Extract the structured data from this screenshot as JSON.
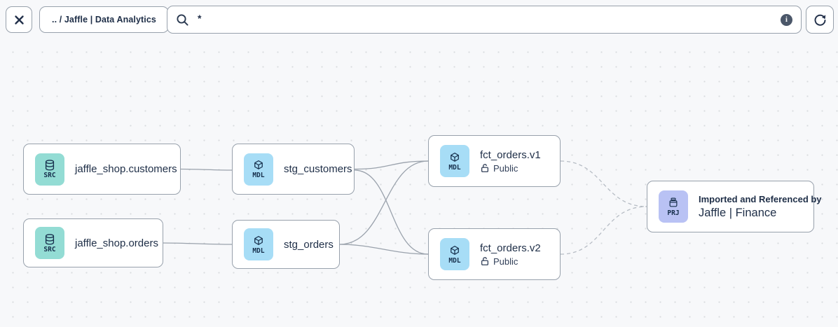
{
  "toolbar": {
    "breadcrumb": ".. / Jaffle | Data Analytics",
    "search_value": "*",
    "info_glyph": "i",
    "icons": [
      "close-icon",
      "search-icon",
      "info-icon",
      "refresh-icon"
    ]
  },
  "colors": {
    "source_icon_bg": "#93dcd4",
    "model_icon_bg": "#a7ddf6",
    "project_icon_bg": "#b9c2f4",
    "node_border": "#98a1ac",
    "edge_solid": "#9aa2ac",
    "edge_dashed": "#b7bdc5",
    "canvas_bg": "#f7f8fa",
    "text_dark": "#1e2e47"
  },
  "nodes": [
    {
      "tag": "SRC",
      "label": "jaffle_shop.customers"
    },
    {
      "tag": "SRC",
      "label": "jaffle_shop.orders"
    },
    {
      "tag": "MDL",
      "label": "stg_customers"
    },
    {
      "tag": "MDL",
      "label": "stg_orders"
    },
    {
      "tag": "MDL",
      "label": "fct_orders.v1",
      "access": "Public"
    },
    {
      "tag": "MDL",
      "label": "fct_orders.v2",
      "access": "Public"
    },
    {
      "tag": "PRJ",
      "subtitle": "Imported and Referenced by",
      "label": "Jaffle | Finance"
    }
  ],
  "edges": [
    {
      "from": "jaffle_shop.customers",
      "to": "stg_customers",
      "style": "solid"
    },
    {
      "from": "jaffle_shop.orders",
      "to": "stg_orders",
      "style": "solid"
    },
    {
      "from": "stg_customers",
      "to": "fct_orders.v1",
      "style": "solid"
    },
    {
      "from": "stg_customers",
      "to": "fct_orders.v2",
      "style": "solid"
    },
    {
      "from": "stg_orders",
      "to": "fct_orders.v1",
      "style": "solid"
    },
    {
      "from": "stg_orders",
      "to": "fct_orders.v2",
      "style": "solid"
    },
    {
      "from": "fct_orders.v1",
      "to": "Jaffle | Finance",
      "style": "dashed"
    },
    {
      "from": "fct_orders.v2",
      "to": "Jaffle | Finance",
      "style": "dashed"
    }
  ]
}
